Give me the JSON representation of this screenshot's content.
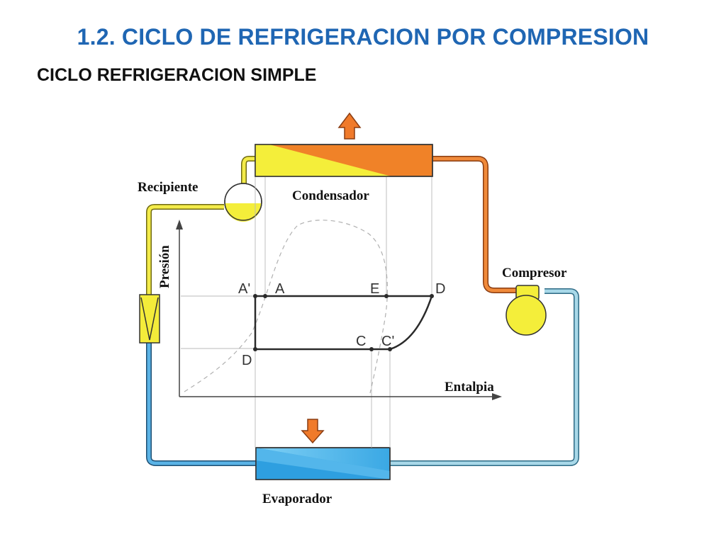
{
  "slide": {
    "title": "1.2. CICLO DE REFRIGERACION POR COMPRESION",
    "subtitle": "CICLO REFRIGERACION SIMPLE"
  },
  "diagram": {
    "components": {
      "recipiente": "Recipiente",
      "condensador": "Condensador",
      "compresor": "Compresor",
      "evaporador": "Evaporador"
    },
    "axes": {
      "y_label": "Presión",
      "x_label": "Entalpia"
    },
    "points": {
      "a_prime": "A'",
      "a": "A",
      "e": "E",
      "d_top": "D",
      "c": "C",
      "c_prime": "C'",
      "d_bottom": "D"
    },
    "colors": {
      "title": "#1f66b3",
      "hot_line": "#e8782a",
      "liquid_line": "#f2ea3c",
      "cold_line": "#5aaee0",
      "evaporator": "#4ab4ea",
      "arrow": "#f07a2a"
    }
  }
}
